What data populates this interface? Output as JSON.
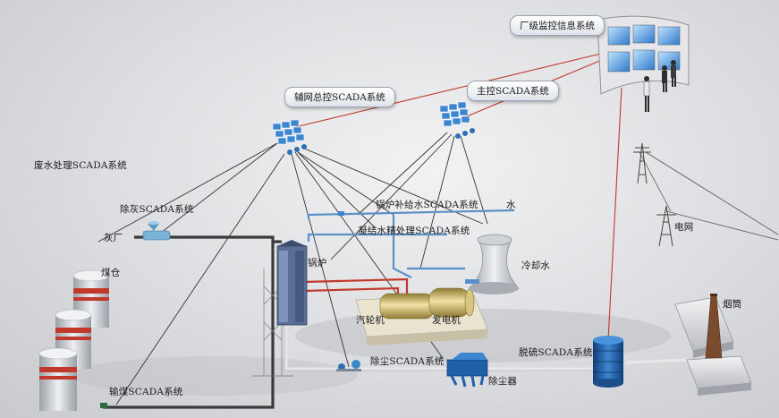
{
  "labels": {
    "plant_monitoring": "厂级监控信息系统",
    "aux_network_scada": "辅网总控SCADA系统",
    "main_control_scada": "主控SCADA系统",
    "wastewater_scada": "废水处理SCADA系统",
    "ash_removal_scada": "除灰SCADA系统",
    "ash_yard": "灰厂",
    "coal_bunker": "煤仓",
    "boiler_makeup_water_scada": "锅炉补给水SCADA系统",
    "water": "水",
    "condensate_treatment_scada": "凝结水精处理SCADA系统",
    "boiler": "锅炉",
    "cooling_water": "冷却水",
    "power_grid": "电网",
    "chimney": "烟筒",
    "turbine": "汽轮机",
    "generator": "发电机",
    "desulfurization_scada": "脱硫SCADA系统",
    "dust_removal_scada": "除尘SCADA系统",
    "dust_collector": "除尘器",
    "coal_conveying_scada": "输煤SCADA系统"
  },
  "colors": {
    "red_link": "#c0392b",
    "network_link": "#333333",
    "water_pipe": "#5b8fc7",
    "steam_pipe": "#c0392b",
    "equipment_blue": "#2d6fb5"
  }
}
